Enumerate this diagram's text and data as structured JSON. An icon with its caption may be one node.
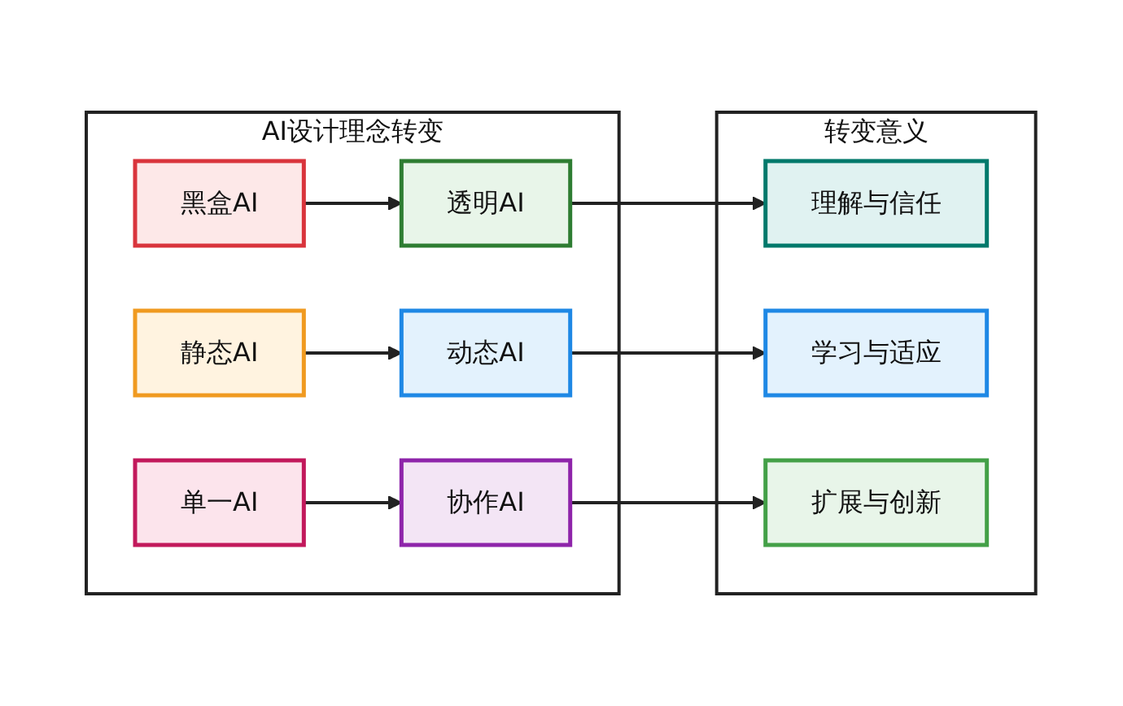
{
  "diagram": {
    "nodes": [
      {
        "text": [
          "AI设计理念转变"
        ]
      },
      {
        "text": [
          "黑盒AI"
        ],
        "in": 0
      },
      {
        "text": [
          "透明AI"
        ],
        "in": 0
      },
      {
        "text": [
          "静态AI"
        ],
        "in": 0
      },
      {
        "text": [
          "动态AI"
        ],
        "in": 0
      },
      {
        "text": [
          "单一AI"
        ],
        "in": 0
      },
      {
        "text": [
          "协作AI"
        ],
        "in": 0
      },
      {
        "text": [
          "转变意义"
        ]
      },
      {
        "text": [
          "理解与信任"
        ],
        "in": 7
      },
      {
        "text": [
          "学习与适应"
        ],
        "in": 7
      },
      {
        "text": [
          "扩展与创新"
        ],
        "in": 7
      }
    ],
    "edges": [
      {
        "from": 1,
        "to": 2,
        "arrow": "to"
      },
      {
        "from": 2,
        "to": 8,
        "arrow": "to"
      },
      {
        "from": 3,
        "to": 4,
        "arrow": "to"
      },
      {
        "from": 4,
        "to": 9,
        "arrow": "to"
      },
      {
        "from": 5,
        "to": 6,
        "arrow": "to"
      },
      {
        "from": 6,
        "to": 10,
        "arrow": "to"
      }
    ]
  }
}
